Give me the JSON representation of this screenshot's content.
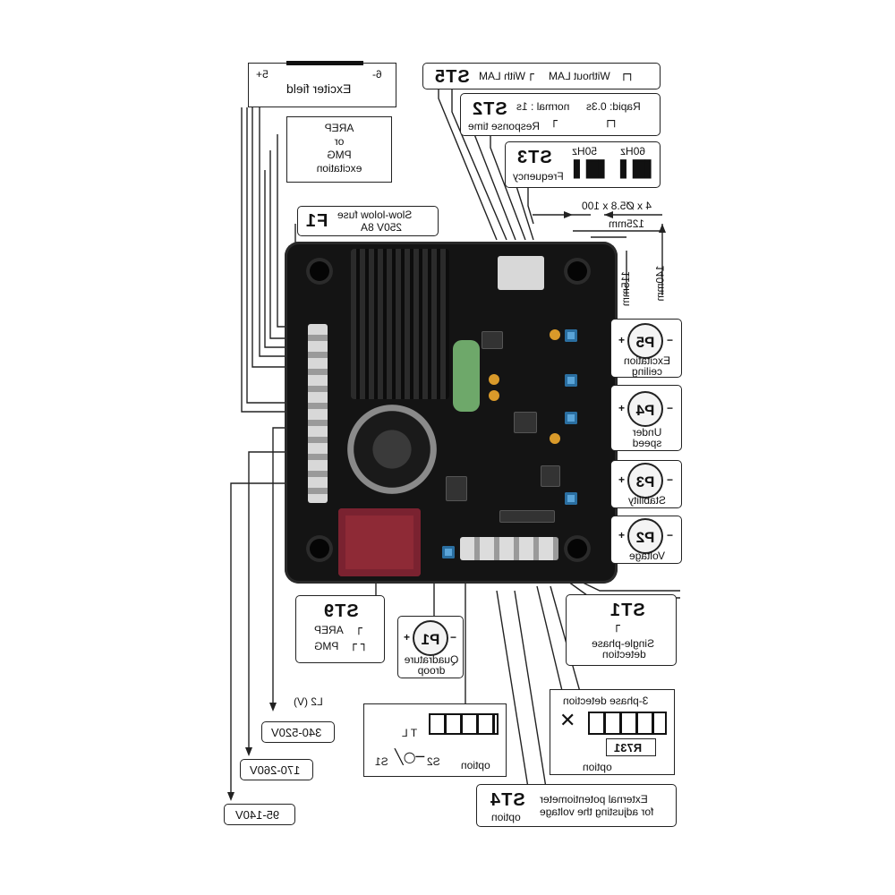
{
  "colors": {
    "line": "#222222",
    "board": "#141414",
    "fuse_red": "#8e2a36",
    "trimmer_blue": "#5aa4d8",
    "label_bg": "#ffffff"
  },
  "exciter": {
    "plus": "5+",
    "minus": "6-",
    "label": "Exciter field"
  },
  "excitation": {
    "line1": "AREP",
    "line2": "or",
    "line3": "PMG",
    "line4": "excitation"
  },
  "f1": {
    "code": "F1",
    "line1": "Slow-lolow fuse",
    "line2": "250V 8A"
  },
  "st5": {
    "code": "ST5",
    "with_lam": "With LAM",
    "without_lam": "Without LAM"
  },
  "st2": {
    "code": "ST2",
    "label": "Response time",
    "normal": "normal : 1s",
    "rapid": "Rapid: 0.3s"
  },
  "st3": {
    "code": "ST3",
    "label": "Frequency",
    "hz50": "50Hz",
    "hz60": "60Hz"
  },
  "dimensions": {
    "holes": "4 x Ø5.8 x 100",
    "w125": "125mm",
    "h140": "140mm",
    "h115": "115mm"
  },
  "pots": [
    {
      "code": "P5",
      "line1": "Excitation",
      "line2": "ceiling"
    },
    {
      "code": "P4",
      "line1": "Under",
      "line2": "speed"
    },
    {
      "code": "P3",
      "line1": "Stability",
      "line2": ""
    },
    {
      "code": "P2",
      "line1": "Voltage",
      "line2": ""
    },
    {
      "code": "P1",
      "line1": "Quadrature",
      "line2": "droop"
    }
  ],
  "st9": {
    "code": "ST9",
    "arep": "AREP",
    "pmg": "PMG"
  },
  "st1": {
    "code": "ST1",
    "line1": "Single-phase",
    "line2": "detection"
  },
  "st1_option": {
    "title": "3-phase detection",
    "module": "R731",
    "option": "option"
  },
  "option_left": {
    "tl": "T L",
    "s1": "S1",
    "s2": "S2",
    "option": "option"
  },
  "st4": {
    "code": "ST4",
    "line1": "External potentiometer",
    "line2": "for adjusting the voltage",
    "option": "option"
  },
  "voltages": {
    "l2": "L2 (V)",
    "v1": "340-520V",
    "v2": "170-260V",
    "v3": "95-140V"
  }
}
